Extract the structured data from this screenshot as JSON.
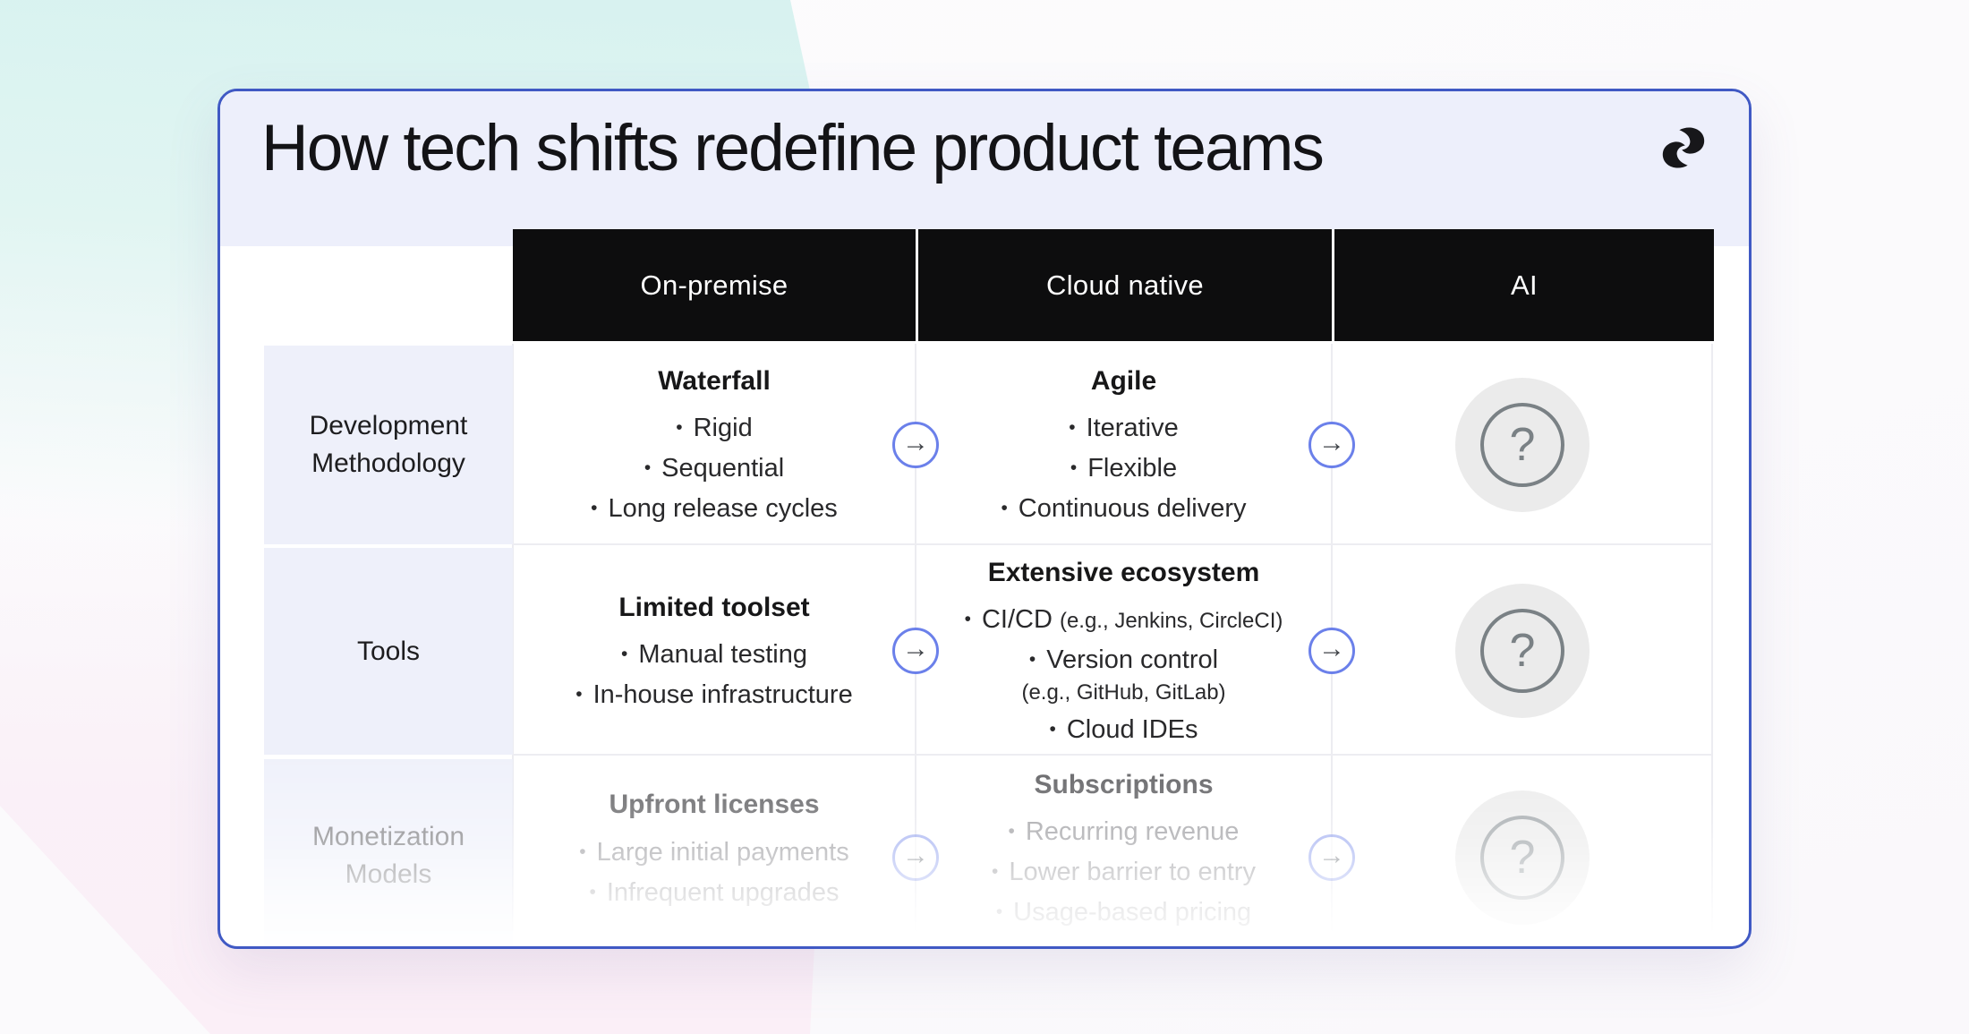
{
  "card": {
    "title": "How tech shifts redefine product teams",
    "logo": "recraft-mark"
  },
  "table": {
    "column_headers": [
      "On-premise",
      "Cloud native",
      "AI"
    ],
    "rows": [
      {
        "label": "Development Methodology",
        "on_premise": {
          "heading": "Waterfall",
          "bullets": [
            "Rigid",
            "Sequential",
            "Long release cycles"
          ]
        },
        "cloud_native": {
          "heading": "Agile",
          "bullets": [
            "Iterative",
            "Flexible",
            "Continuous delivery"
          ]
        },
        "ai": {
          "icon": "question-mark"
        }
      },
      {
        "label": "Tools",
        "on_premise": {
          "heading": "Limited toolset",
          "bullets": [
            "Manual testing",
            "In-house infrastructure"
          ]
        },
        "cloud_native": {
          "heading": "Extensive ecosystem",
          "bullets": [
            "CI/CD",
            "Version control",
            "Cloud IDEs"
          ],
          "bullet_notes": [
            "(e.g., Jenkins, CircleCI)",
            "(e.g., GitHub, GitLab)",
            ""
          ]
        },
        "ai": {
          "icon": "question-mark"
        }
      },
      {
        "label": "Monetization Models",
        "on_premise": {
          "heading": "Upfront licenses",
          "bullets": [
            "Large initial payments",
            "Infrequent upgrades"
          ]
        },
        "cloud_native": {
          "heading": "Subscriptions",
          "bullets": [
            "Recurring revenue",
            "Lower barrier to entry",
            "Usage-based pricing"
          ]
        },
        "ai": {
          "icon": "question-mark"
        }
      }
    ]
  },
  "icons": {
    "arrow": "→",
    "question": "?"
  },
  "colors": {
    "card_border": "#4059c4",
    "header_bg": "#0d0d0e",
    "card_top_bg": "#edeffb",
    "label_cell_bg": "#eef0fa",
    "background_mint": "#d7f2f0",
    "background_pink": "#fbeff7",
    "arrow_badge_border": "#6b80ea",
    "question_icon_gray": "#7a8185"
  }
}
